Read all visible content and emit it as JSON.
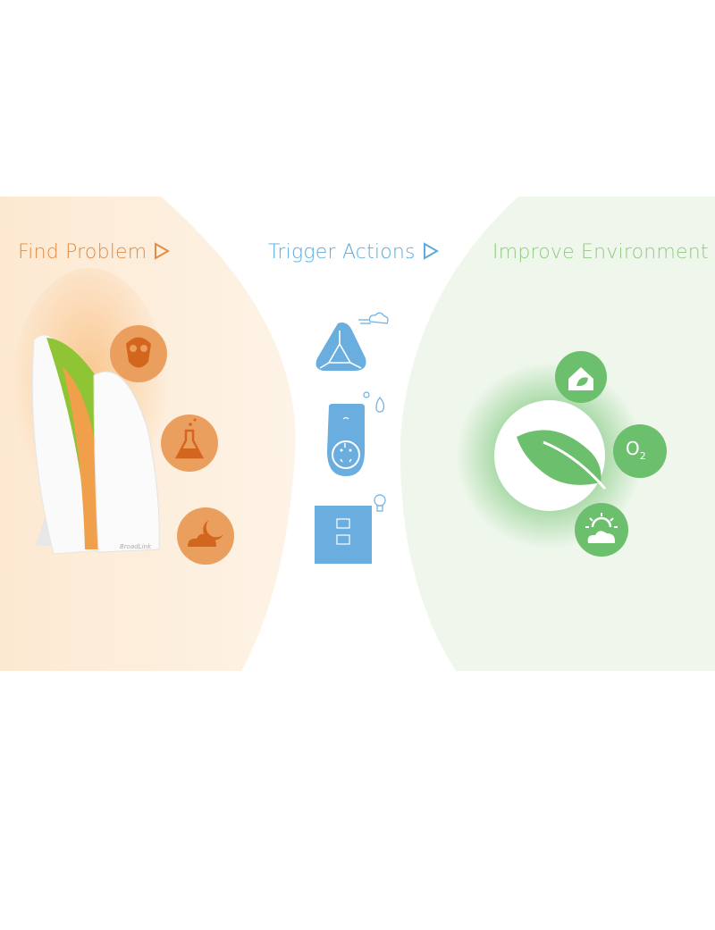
{
  "steps": [
    {
      "label": "Find Problem",
      "arrow": "triangle-right-icon",
      "color": "#e38c43"
    },
    {
      "label": "Trigger Actions",
      "arrow": "triangle-right-icon",
      "color": "#5aacdf"
    },
    {
      "label": "Improve Environment",
      "color": "#93c985"
    }
  ],
  "problems": [
    "gas-mask-icon",
    "chemical-flask-icon",
    "cloud-night-icon"
  ],
  "actions": [
    "ir-remote-fan-icon",
    "smart-plug-humidity-icon",
    "wall-switch-light-icon"
  ],
  "benefits": {
    "center": "leaf-icon",
    "satellites": [
      "eco-home-icon",
      "oxygen-icon",
      "sun-cloud-icon"
    ],
    "o2_label": "O",
    "o2_sub": "2"
  },
  "device_brand": "BroadLink"
}
